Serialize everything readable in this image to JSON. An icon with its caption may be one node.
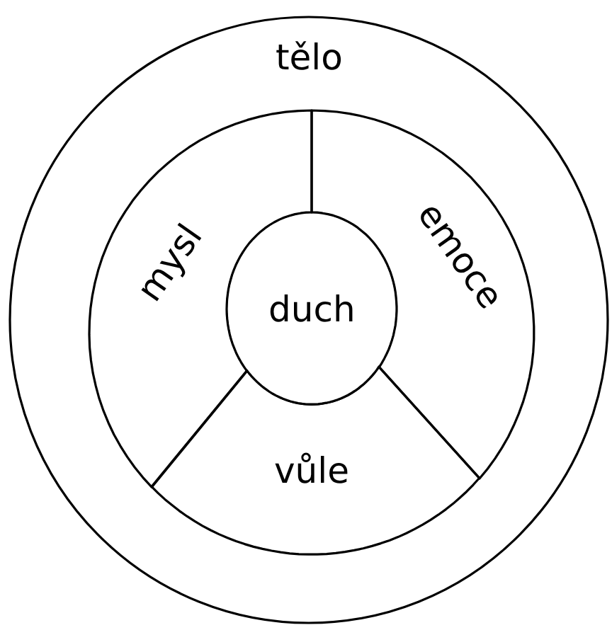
{
  "diagram": {
    "nodes": [
      {
        "text": [
          "tělo"
        ]
      },
      {
        "text": [
          "mysl"
        ],
        "in": 0
      },
      {
        "text": [
          "emoce"
        ],
        "in": 0
      },
      {
        "text": [
          "vůle"
        ],
        "in": 0
      },
      {
        "text": [
          "duch"
        ],
        "in": 0
      }
    ]
  }
}
